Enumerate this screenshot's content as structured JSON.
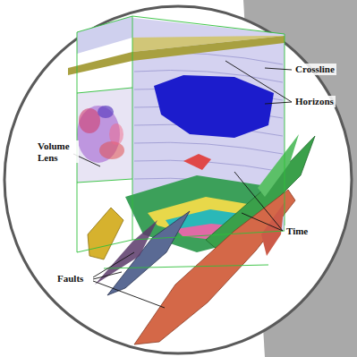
{
  "diagram": {
    "labels": [
      "Crossline",
      "Horizons",
      "Volume Lens",
      "Time",
      "Faults"
    ]
  }
}
